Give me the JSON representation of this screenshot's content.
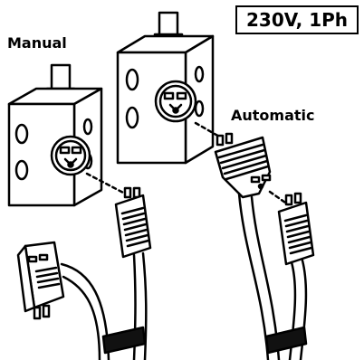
{
  "labels": {
    "manual": "Manual",
    "automatic": "Automatic",
    "voltage": "230V, 1Ph"
  },
  "colors": {
    "stroke": "#000000",
    "fill": "#ffffff",
    "band": "#111111"
  }
}
